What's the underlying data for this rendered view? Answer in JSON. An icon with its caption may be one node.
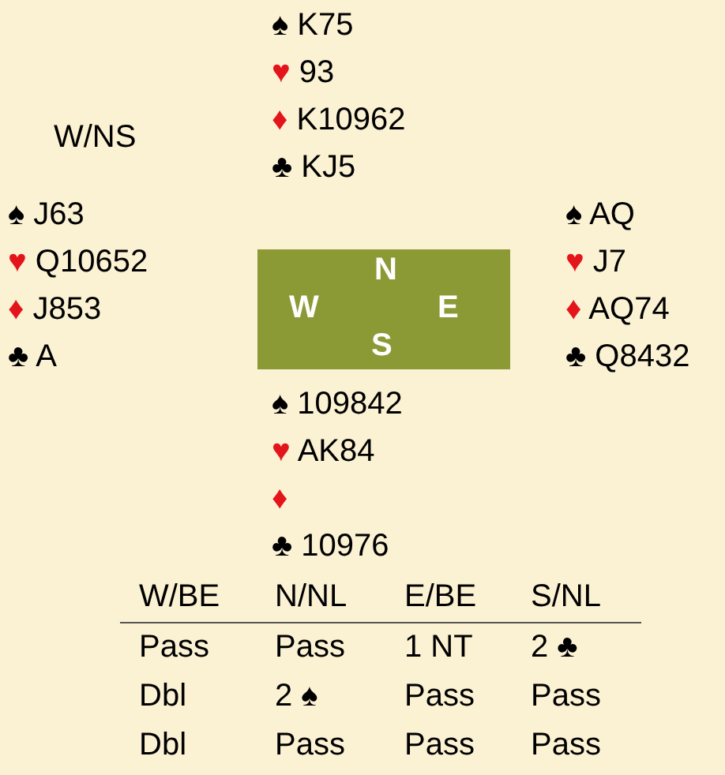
{
  "diagram": {
    "nodes": [
      {
        "text": [
          "N",
          "W",
          "E",
          "S"
        ]
      }
    ],
    "labels": [
      "W/NS",
      "♠ K75",
      "♥ 93",
      "♦ K10962",
      "♣ KJ5",
      "♠ J63",
      "♥ Q10652",
      "♦ J853",
      "♣ A",
      "♠ AQ",
      "♥ J7",
      "♦ AQ74",
      "♣ Q8432",
      "♠ 109842",
      "♥ AK84",
      "♦",
      "♣ 10976",
      "W/BE",
      "N/NL",
      "E/BE",
      "S/NL",
      "Pass",
      "Pass",
      "1 NT",
      "2 ♣",
      "Dbl",
      "2 ♠",
      "Pass",
      "Pass",
      "Dbl",
      "Pass",
      "Pass",
      "Pass"
    ]
  }
}
